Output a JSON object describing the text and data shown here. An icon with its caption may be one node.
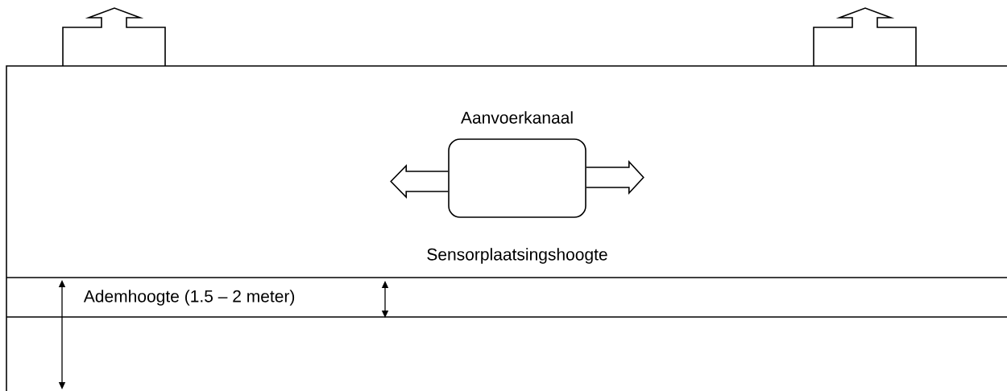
{
  "diagram": {
    "nodes": [
      {
        "text": [],
        "shape": "box"
      }
    ],
    "labels": [
      "Aanvoerkanaal",
      "Sensorplaatsingshoogte",
      "Ademhoogte (1.5 – 2 meter)"
    ]
  }
}
